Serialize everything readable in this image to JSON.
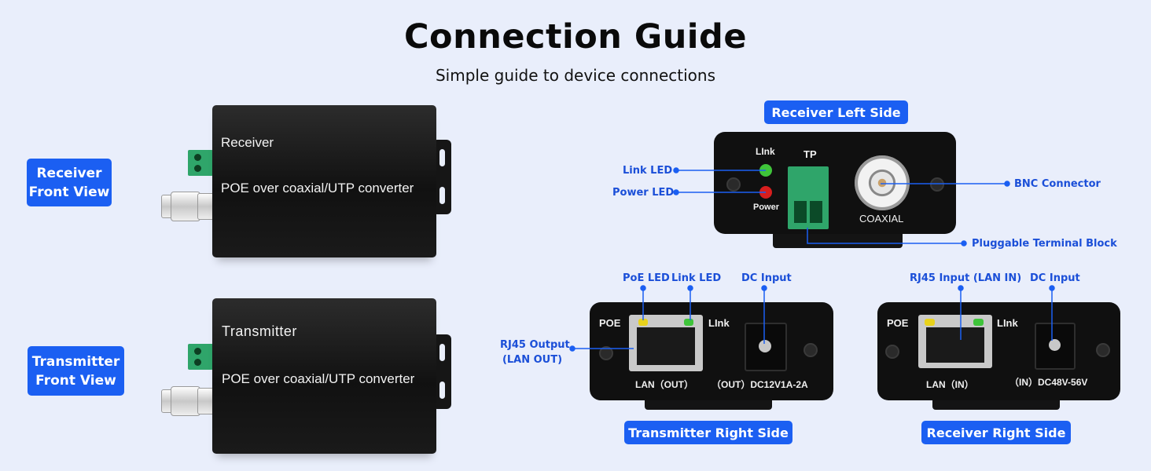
{
  "header": {
    "title": "Connection Guide",
    "subtitle": "Simple guide to device connections"
  },
  "badges": {
    "receiver_front": [
      "Receiver",
      "Front View"
    ],
    "transmitter_front": [
      "Transmitter",
      "Front View"
    ],
    "receiver_left": "Receiver  Left Side",
    "transmitter_right": "Transmitter  Right Side",
    "receiver_right": "Receiver  Right Side"
  },
  "devices": {
    "receiver_front": {
      "name": "Receiver",
      "description": "POE over coaxial/UTP converter"
    },
    "transmitter_front": {
      "name": "Transmitter",
      "description": "POE over coaxial/UTP converter"
    }
  },
  "receiver_left_panel": {
    "labels": {
      "link": "LInk",
      "tp": "TP",
      "power": "Power",
      "coaxial": "COAXIAL"
    },
    "callouts": {
      "link_led": "Link LED",
      "power_led": "Power LED",
      "bnc": "BNC Connector",
      "terminal": "Pluggable Terminal Block"
    }
  },
  "transmitter_right_panel": {
    "labels": {
      "poe": "POE",
      "link": "LInk",
      "lan": "LAN（OUT）",
      "dc": "（OUT）DC12V1A-2A"
    },
    "callouts": {
      "poe_led": "PoE LED",
      "link_led": "Link LED",
      "dc_input": "DC Input",
      "rj45": [
        "RJ45 Output",
        "(LAN OUT)"
      ]
    }
  },
  "receiver_right_panel": {
    "labels": {
      "poe": "POE",
      "link": "LInk",
      "lan": "LAN（IN）",
      "dc": "（IN）DC48V-56V"
    },
    "callouts": {
      "rj45": "RJ45 Input (LAN IN)",
      "dc_input": "DC Input"
    }
  },
  "colors": {
    "accent": "#1b5ff2",
    "callout_text": "#1b4fd8",
    "background": "#e9eefb",
    "led_green": "#3fc43a",
    "led_red": "#d81e1e",
    "led_yellow": "#e8d21c",
    "terminal_green": "#2fa56a"
  }
}
